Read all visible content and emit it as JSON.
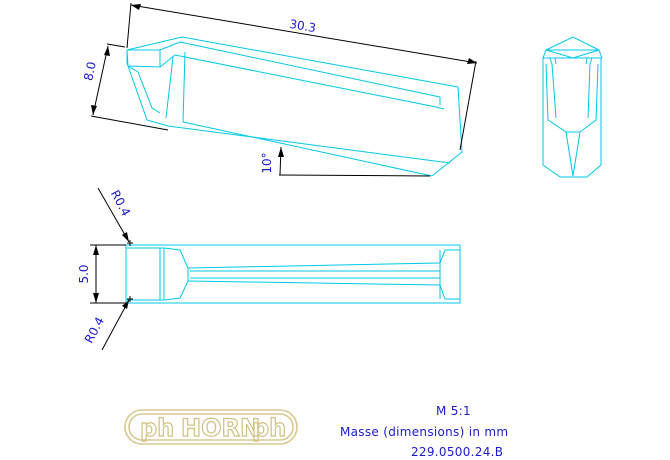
{
  "dimensions": {
    "length": "30.3",
    "height": "8.0",
    "angle": "10°",
    "width": "5.0",
    "radius_top": "R0.4",
    "radius_bottom": "R0.4"
  },
  "logo": {
    "text": "HORN",
    "left_mark": "ph",
    "right_mark": "ph",
    "outline_color": "#d8c890"
  },
  "info": {
    "scale": "M 5:1",
    "units": "Masse (dimensions) in mm",
    "part_number": "229.0500.24.B"
  },
  "colors": {
    "part_lines": "#00c8e8",
    "dimension_lines": "#000000",
    "dimension_text": "#1a1ad0",
    "logo": "#d2bf80"
  }
}
